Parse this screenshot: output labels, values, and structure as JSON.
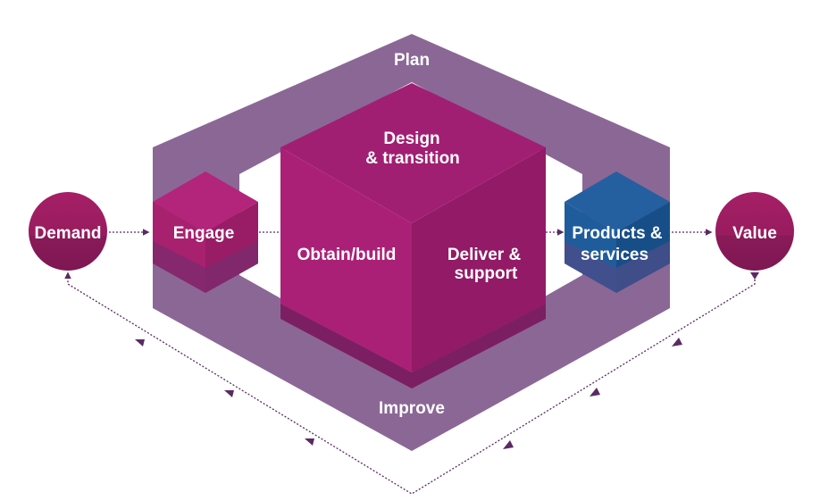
{
  "labels": {
    "plan": "Plan",
    "improve": "Improve",
    "demand": "Demand",
    "value": "Value",
    "engage": "Engage",
    "design_line1": "Design",
    "design_line2": "& transition",
    "obtain": "Obtain/build",
    "deliver_line1": "Deliver &",
    "deliver_line2": "support",
    "products_line1": "Products &",
    "products_line2": "services"
  },
  "colors": {
    "hexagon_band": "#8b6796",
    "center_cube_top": "#a11f72",
    "center_cube_left": "#ab2077",
    "center_cube_right": "#921a66",
    "center_cube_shadow": "#7c1e62",
    "engage_cube": "#a8216f",
    "engage_cube_shadow": "#7a2b6e",
    "products_cube": "#1f5c9c",
    "products_cube_shadow": "#4a4e8a",
    "circle_fill": "#981c5e",
    "flow_line": "#5a2a62"
  }
}
